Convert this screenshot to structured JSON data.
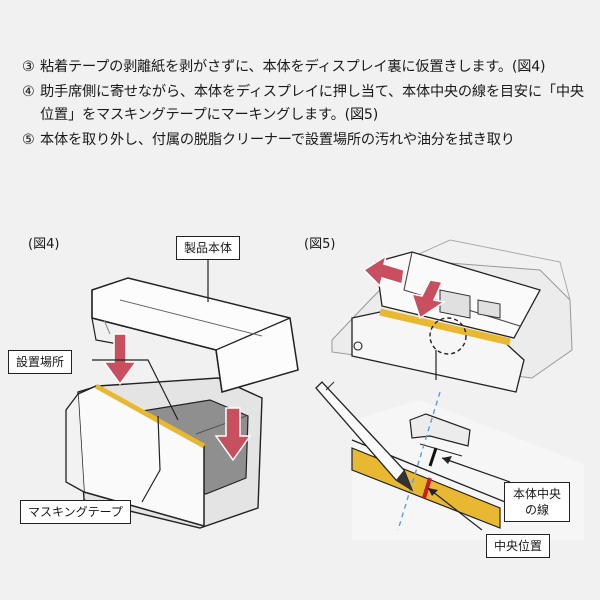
{
  "steps": [
    {
      "num": "③",
      "text": "粘着テープの剥離紙を剥がさずに、本体をディスプレイ裏に仮置きします。(図4)"
    },
    {
      "num": "④",
      "text": "助手席側に寄せながら、本体をディスプレイに押し当て、本体中央の線を目安に「中央位置」をマスキングテープにマーキングします。(図5)"
    },
    {
      "num": "⑤",
      "text": "本体を取り外し、付属の脱脂クリーナーで設置場所の汚れや油分を拭き取り"
    }
  ],
  "figure4": {
    "label": "(図4)",
    "callouts": {
      "product_body": "製品本体",
      "install_location": "設置場所",
      "masking_tape": "マスキングテープ"
    }
  },
  "figure5": {
    "label": "(図5)",
    "callouts": {
      "center_line": "本体中央の線",
      "center_position": "中央位置"
    }
  },
  "colors": {
    "background": "#f1f1f1",
    "arrow": "#c8505e",
    "tape": "#e8b832",
    "mark": "#c81e2c",
    "guide_line": "#5aa0d8"
  }
}
